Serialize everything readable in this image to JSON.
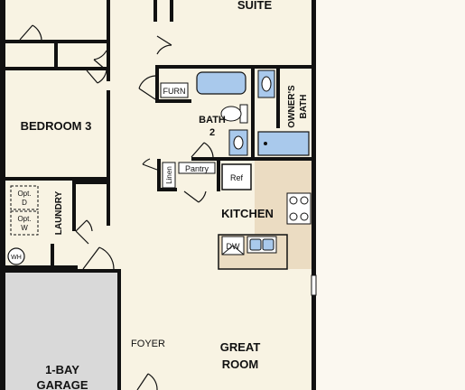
{
  "rooms": {
    "suite": "SUITE",
    "bedroom3": "BEDROOM 3",
    "bath2_line1": "BATH",
    "bath2_line2": "2",
    "owners_bath_line1": "OWNER'S",
    "owners_bath_line2": "BATH",
    "kitchen": "KITCHEN",
    "laundry": "LAUNDRY",
    "foyer": "FOYER",
    "great_room_line1": "GREAT",
    "great_room_line2": "ROOM",
    "garage_line1": "1-BAY",
    "garage_line2": "GARAGE"
  },
  "fixtures": {
    "furn": "FURN",
    "linen": "Linen",
    "pantry": "Pantry",
    "ref": "Ref",
    "dw": "DW",
    "wh": "WH",
    "opt_d_line1": "Opt.",
    "opt_d_line2": "D",
    "opt_w_line1": "Opt.",
    "opt_w_line2": "W"
  },
  "colors": {
    "wall": "#111111",
    "floor": "#f8f3e3",
    "garage": "#d9d9d9",
    "kitchen": "#ebdcc2",
    "fixture": "#a9c9ec"
  }
}
